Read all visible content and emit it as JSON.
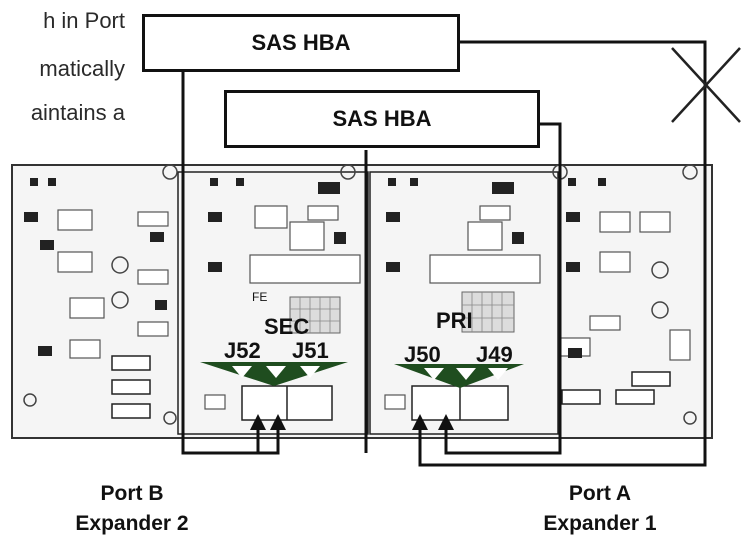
{
  "intro_text": {
    "line1": "h in Port",
    "line2": "matically",
    "line3": "aintains a"
  },
  "hba": {
    "top_label": "SAS HBA",
    "middle_label": "SAS HBA"
  },
  "expanders": {
    "secondary_label": "SEC",
    "primary_label": "PRI",
    "fe_label": "FE"
  },
  "connectors": {
    "j52": "J52",
    "j51": "J51",
    "j50": "J50",
    "j49": "J49"
  },
  "ports": {
    "b_line1": "Port B",
    "b_line2": "Expander 2",
    "a_line1": "Port A",
    "a_line2": "Expander 1"
  },
  "colors": {
    "connector_green": "#1f4d1f",
    "line": "#111111",
    "board": "#f4f4f4"
  },
  "icons": {
    "failed_link": "x-cross-icon",
    "cable_arrow": "arrow-up-icon"
  }
}
